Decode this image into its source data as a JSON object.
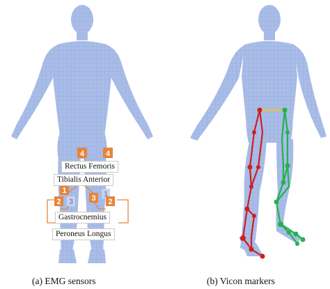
{
  "figure": {
    "panels": [
      {
        "id": "a",
        "caption": "(a)  EMG sensors",
        "sensor_numbers": [
          "4",
          "4",
          "1",
          "2",
          "3",
          "3",
          "1",
          "2"
        ],
        "muscle_labels": [
          "Rectus Femoris",
          "Tibialis Anterior",
          "Gastrocnemius",
          "Peroneus Longus"
        ]
      },
      {
        "id": "b",
        "caption": "(b)  Vicon markers"
      }
    ],
    "colors": {
      "body_fill": "#a9bde8",
      "body_mesh": "#8ea3d6",
      "sensor_orange": "#e8843a",
      "right_leg_markers": "#cc1f1f",
      "left_leg_markers": "#22b34a",
      "hip_bar": "#f2c318"
    }
  }
}
